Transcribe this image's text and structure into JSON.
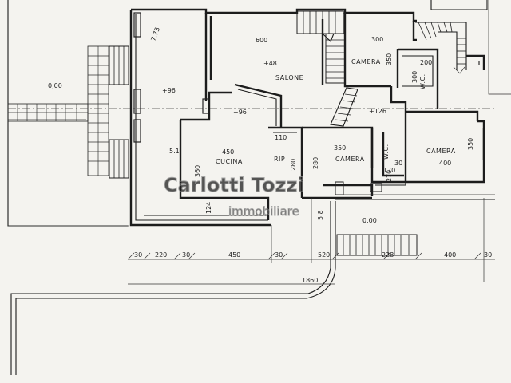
{
  "rooms": {
    "salone": "SALONE",
    "cucina": "CUCINA",
    "rip": "RIP",
    "camera_top": "CAMERA",
    "camera_mid": "CAMERA",
    "camera_right": "CAMERA",
    "wc_top": "W.C.",
    "wc_bottom": "W.C."
  },
  "levels": {
    "outside_left": "0,00",
    "salone": "+48",
    "entry": "+96",
    "kitchen": "+96",
    "landing": "+126",
    "outside_right": "0,00"
  },
  "dimensions": {
    "salone_width": "600",
    "camera_top_width": "300",
    "camera_top_depth": "350",
    "wc_top_width": "200",
    "wc_top_depth": "300",
    "cucina_width": "450",
    "cucina_depth": "360",
    "rip_width": "110",
    "rip_depth": "280",
    "corridor_depth": "280",
    "camera_mid_width": "350",
    "wc_bottom_width": "170",
    "wc_bottom_depth": "270",
    "camera_right_width": "400",
    "camera_right_depth": "350",
    "camera_right_small": "30",
    "side_strip": "124",
    "veranda": "5,8",
    "chain": [
      "30",
      "220",
      "30",
      "450",
      "30",
      "520",
      "228",
      "400",
      "30"
    ],
    "total": "1860",
    "porch_note": "7.73",
    "garden_note": "5.1"
  },
  "watermark": {
    "line1": "Carlotti Tozzi",
    "line2": "immobiliare"
  }
}
